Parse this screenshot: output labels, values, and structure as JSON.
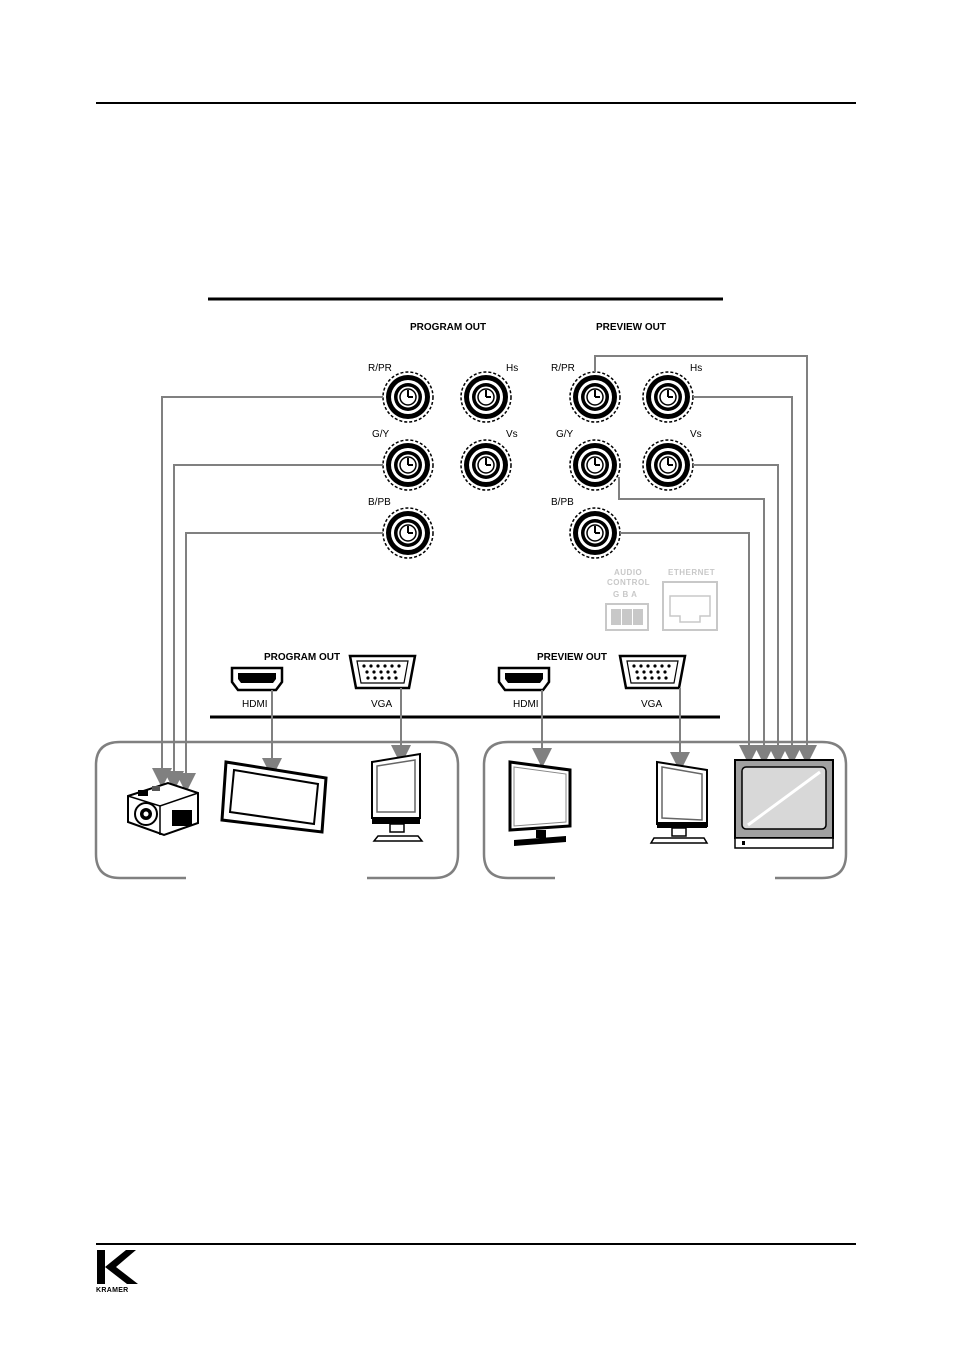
{
  "panel": {
    "top_program_out": "PROGRAM OUT",
    "top_preview_out": "PREVIEW OUT",
    "bottom_program_out": "PROGRAM OUT",
    "bottom_preview_out": "PREVIEW OUT"
  },
  "bnc_labels": {
    "rpr": "R/PR",
    "gy": "G/Y",
    "bpb": "B/PB",
    "hs": "Hs",
    "vs": "Vs"
  },
  "connectors": {
    "hdmi": "HDMI",
    "vga": "VGA"
  },
  "audio_control": {
    "line1": "AUDIO",
    "line2": "CONTROL",
    "pins": "G  B  A"
  },
  "ethernet": "ETHERNET",
  "footer": {
    "brand": "KRAMER"
  },
  "colors": {
    "cable": "#808080",
    "panel_line": "#000000",
    "box_border": "#808080"
  }
}
